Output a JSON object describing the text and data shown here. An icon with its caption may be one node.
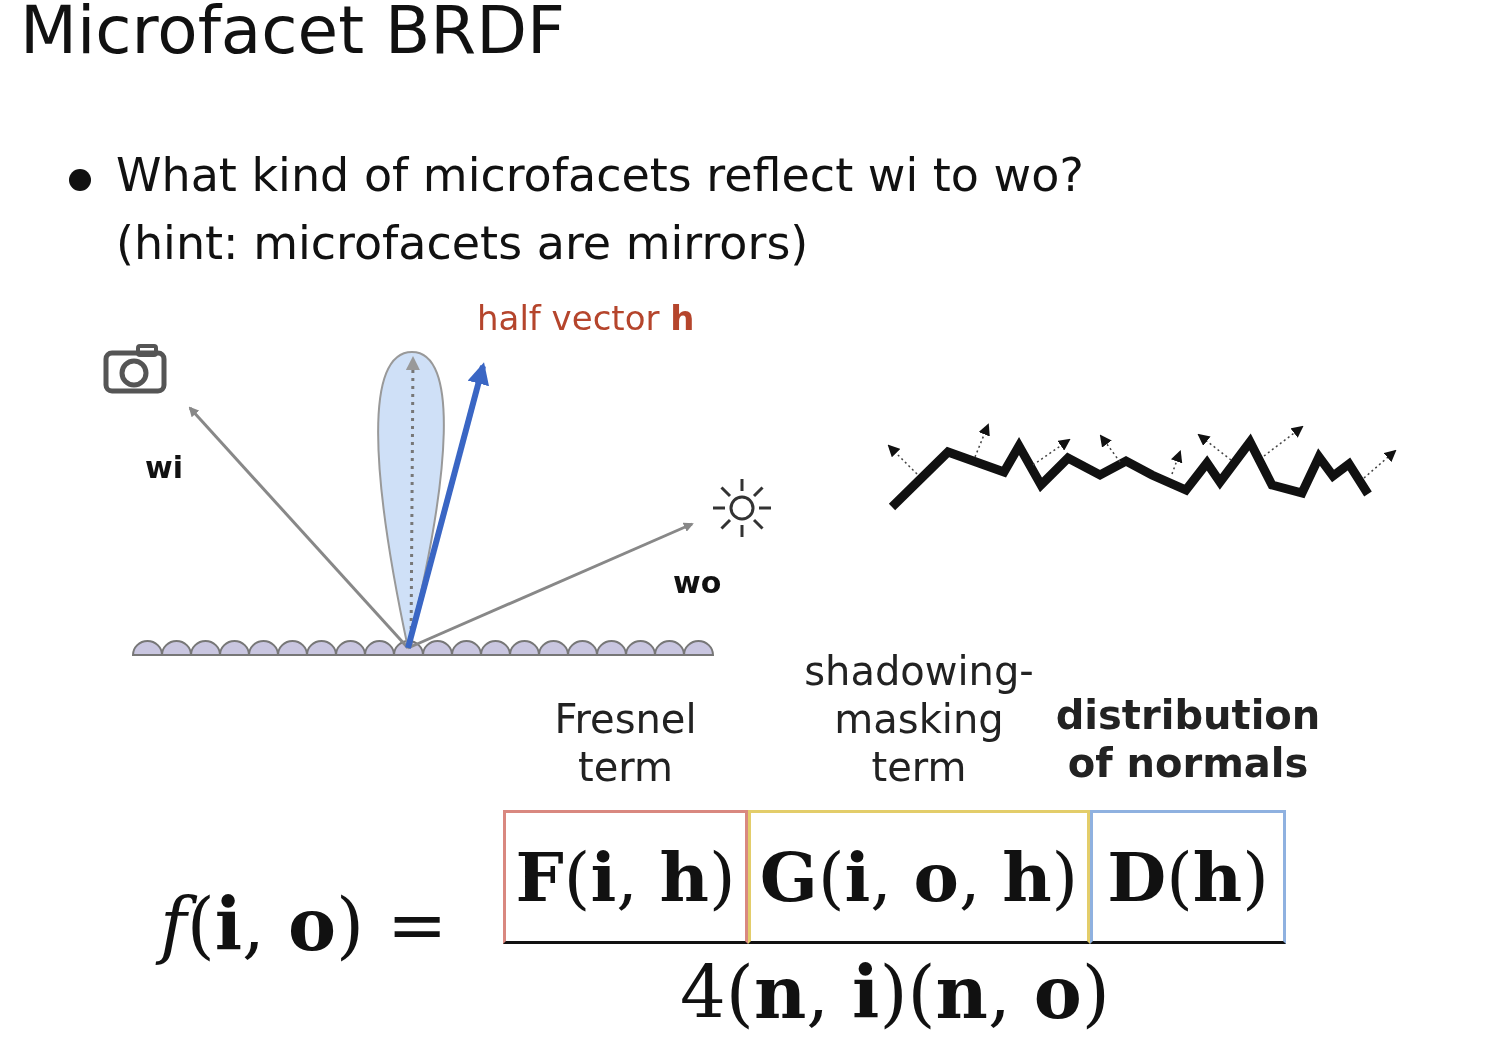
{
  "diagram": {
    "title": "Microfacet BRDF",
    "nodes": [
      {
        "text": [
          "**F**(**i**, **h**)"
        ],
        "beside": [
          "Fresnel term"
        ]
      },
      {
        "text": [
          "**G**(**i**, **o**, **h**)"
        ],
        "beside": [
          "shadowing- masking term"
        ]
      },
      {
        "text": [
          "**D**(**h**)"
        ],
        "beside": [
          "distribution of normals"
        ]
      }
    ],
    "edges": [],
    "labels": [
      "What kind of microfacets reflect wi to wo?",
      "(hint: microfacets are mirrors)",
      "half vector **h**",
      "wi",
      "wo",
      "*f*(**i**, **o**) =",
      "4(**n**, **i**)(**n**, **o**)"
    ]
  }
}
